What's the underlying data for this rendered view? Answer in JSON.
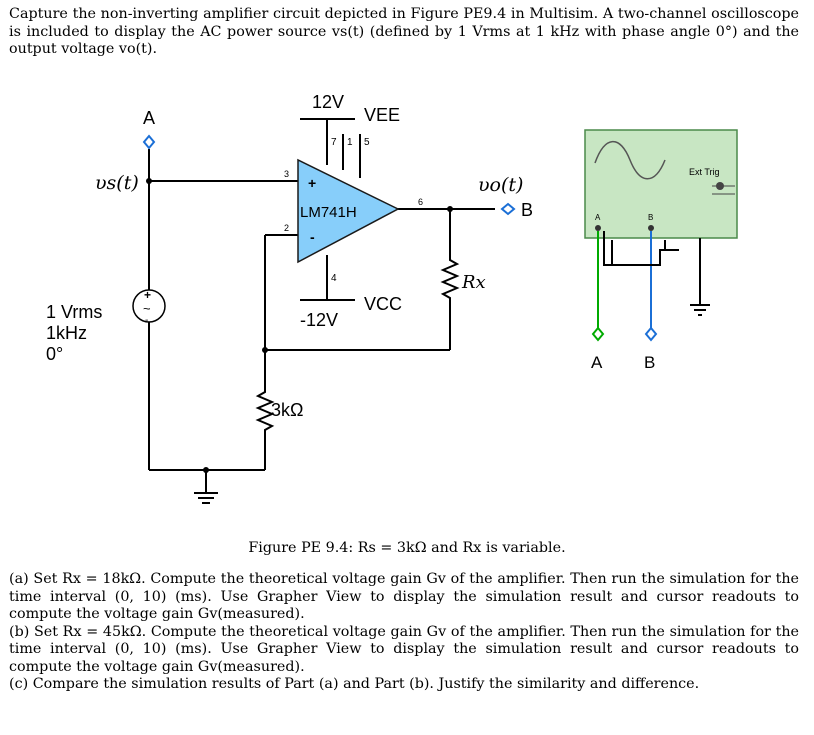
{
  "intro_text": "Capture the non-inverting amplifier circuit depicted in Figure PE9.4 in Multisim. A two-channel oscilloscope is included to display the AC power source vs(t) (defined by 1 Vrms at 1 kHz with phase angle 0°) and the output voltage vo(t).",
  "circuit": {
    "probe_a_label": "A",
    "probe_b_label": "B",
    "vs_label": "υs(t)",
    "vo_label": "υo(t)",
    "source_amplitude": "1 Vrms",
    "source_freq": "1kHz",
    "source_phase": "0°",
    "top_supply": "12V",
    "vee_label": "VEE",
    "bottom_supply": "-12V",
    "vcc_label": "VCC",
    "opamp_name": "LM741H",
    "plus_sign": "+",
    "minus_sign": "-",
    "pin7": "7",
    "pin1": "1",
    "pin5": "5",
    "pin4": "4",
    "pin3": "3",
    "pin2": "2",
    "pin6": "6",
    "rx_label": "Rx",
    "rs_label": "3kΩ",
    "scope_ext_trig": "Ext Trig",
    "scope_a": "A",
    "scope_b": "B",
    "scope_bottom_a": "A",
    "scope_bottom_b": "B"
  },
  "caption": "Figure PE 9.4: Rs = 3kΩ and Rx is variable.",
  "parts": [
    "(a) Set Rx = 18kΩ. Compute the theoretical voltage gain Gv of the amplifier. Then run the simulation for the time interval (0, 10) (ms). Use Grapher View to display the simulation result and cursor readouts to compute the voltage gain Gv(measured).",
    "(b) Set Rx = 45kΩ. Compute the theoretical voltage gain Gv of the amplifier. Then run the simulation for the time interval (0, 10) (ms). Use Grapher View to display the simulation result and cursor readouts to compute the voltage gain Gv(measured).",
    "(c) Compare the simulation results of Part (a) and Part (b). Justify the similarity and difference."
  ],
  "colors": {
    "wire": "#000000",
    "probe_green": "#00aa00",
    "probe_blue": "#1b6fd6",
    "scope_bg": "#c8e6c3",
    "scope_border": "#4a8a4a"
  }
}
